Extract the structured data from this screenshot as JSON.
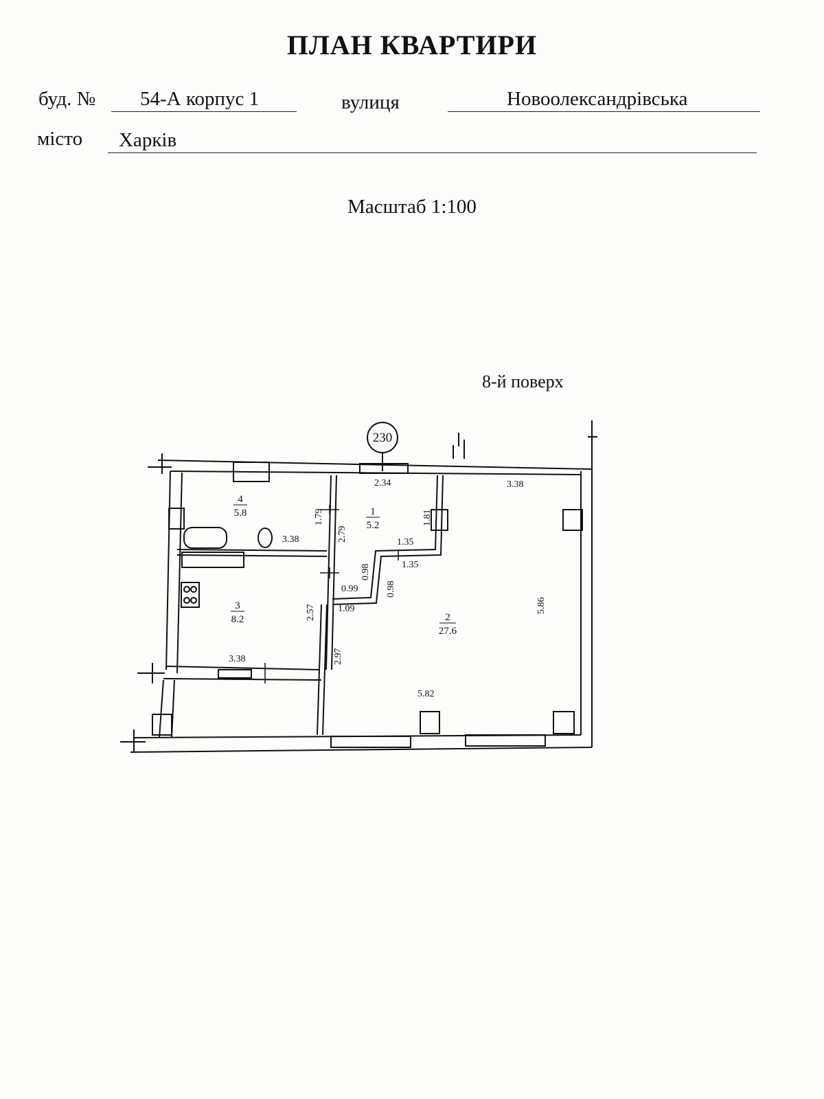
{
  "header": {
    "title": "ПЛАН КВАРТИРИ",
    "building_label": "буд. №",
    "building_value": "54-А  корпус 1",
    "street_label": "вулиця",
    "street_value": "Новоолександрівська",
    "city_label": "місто",
    "city_value": "Харків",
    "scale": "Масштаб 1:100"
  },
  "plan": {
    "floor": "8-й поверх",
    "apartment_number": "230",
    "rooms": [
      {
        "number": "1",
        "area": "5.2"
      },
      {
        "number": "2",
        "area": "27.6"
      },
      {
        "number": "3",
        "area": "8.2"
      },
      {
        "number": "4",
        "area": "5.8"
      }
    ],
    "dimensions": {
      "d1_top": "2.34",
      "d2_top": "3.38",
      "d1_right": "1.81",
      "d1_left": "2.79",
      "d4_left": "1.79",
      "d4_bottom": "3.38",
      "d1_step_top": "1.35",
      "d1_step_bottom": "1.35",
      "d1_step_v1": "0.98",
      "d1_step_v2": "0.98",
      "d1_notch": "0.99",
      "d2_notch": "1.09",
      "d3_right": "2.57",
      "d3_bottom": "3.38",
      "d2_left": "2.97",
      "d2_bottom": "5.82",
      "d2_right": "5.86"
    }
  }
}
